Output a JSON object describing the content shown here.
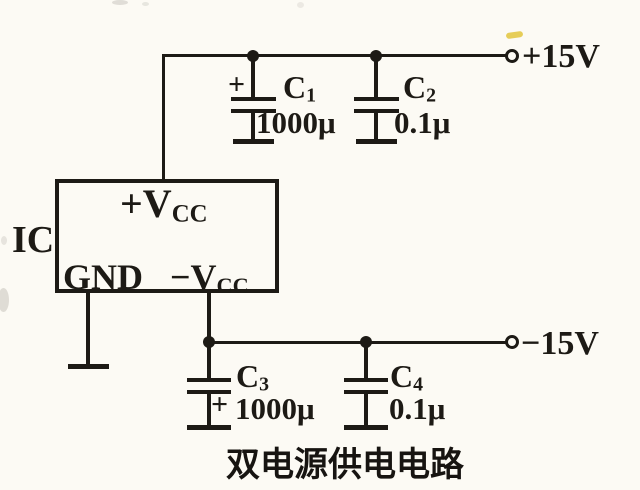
{
  "caption": "双电源供电电路",
  "ic": {
    "label": "IC",
    "pin_vcc_plus": {
      "text": "+V",
      "sub": "CC"
    },
    "pin_gnd": "GND",
    "pin_vcc_minus": {
      "text": "−V",
      "sub": "CC"
    }
  },
  "rails": {
    "positive": {
      "label": "+15V"
    },
    "negative": {
      "label": "−15V"
    }
  },
  "capacitors": {
    "c1": {
      "name": "C",
      "sub": "1",
      "value": "1000μ",
      "polarity": "+"
    },
    "c2": {
      "name": "C",
      "sub": "2",
      "value": "0.1μ"
    },
    "c3": {
      "name": "C",
      "sub": "3",
      "value": "1000μ",
      "polarity": "+"
    },
    "c4": {
      "name": "C",
      "sub": "4",
      "value": "0.1μ"
    }
  },
  "colors": {
    "line": "#1d1a15",
    "background": "#fcfaf4",
    "yellow_artifact": "#e2c43c",
    "smudge": "#a9a49a"
  }
}
